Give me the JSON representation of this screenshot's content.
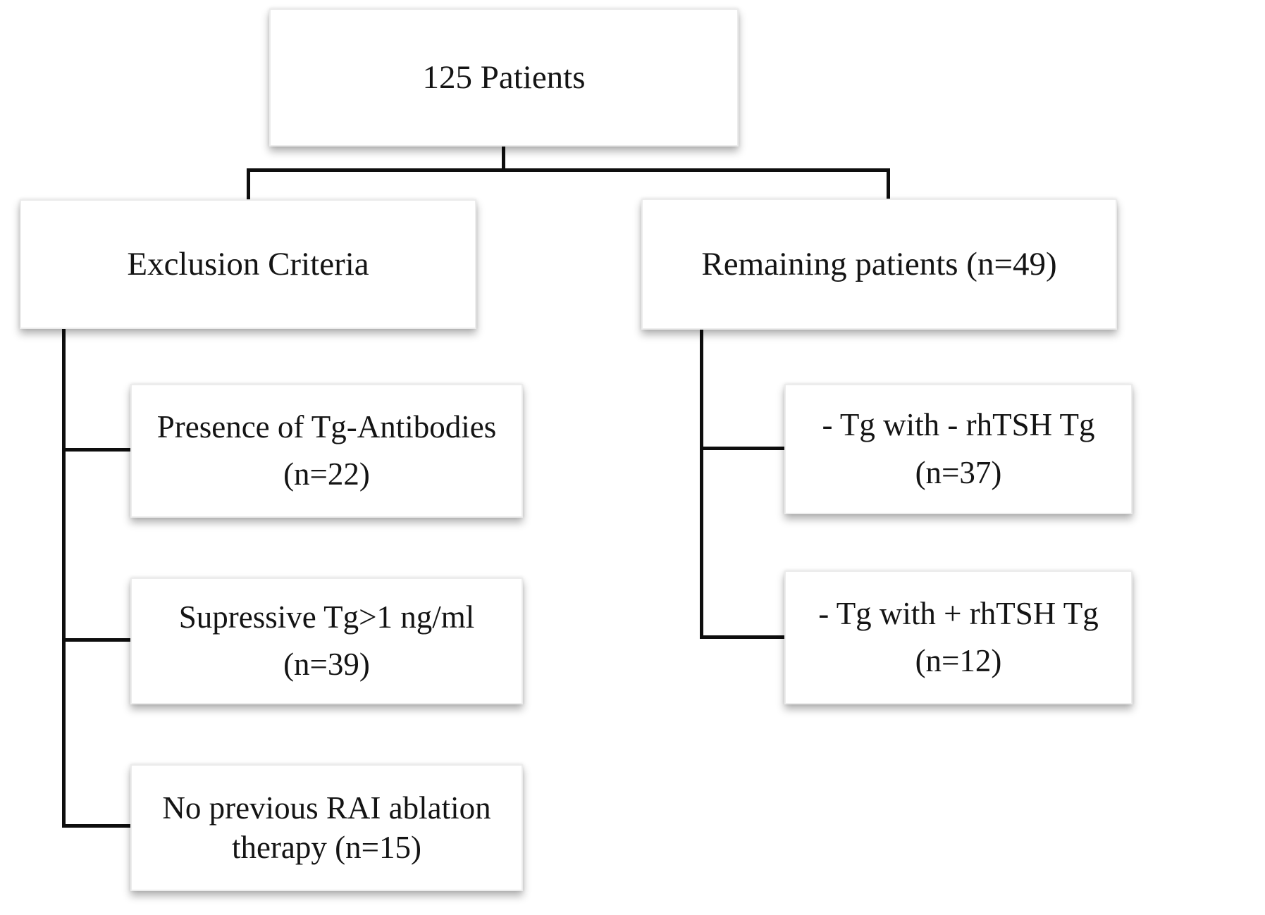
{
  "nodes": {
    "total": {
      "label": "125 Patients"
    },
    "exclusion": {
      "label": "Exclusion Criteria"
    },
    "remaining": {
      "label": "Remaining patients (n=49)"
    },
    "excl1": {
      "line1": "Presence of Tg-Antibodies",
      "line2": "(n=22)"
    },
    "excl2": {
      "line1": "Supressive Tg>1 ng/ml",
      "line2": "(n=39)"
    },
    "excl3": {
      "label": "No previous RAI ablation therapy (n=15)"
    },
    "rem1": {
      "line1": "- Tg with - rhTSH Tg",
      "line2": "(n=37)"
    },
    "rem2": {
      "line1": "- Tg with + rhTSH Tg",
      "line2": "(n=12)"
    }
  },
  "colors": {
    "connector": "#0e0e0e",
    "box_background": "#ffffff",
    "box_border": "#ececec",
    "text": "#141414"
  }
}
